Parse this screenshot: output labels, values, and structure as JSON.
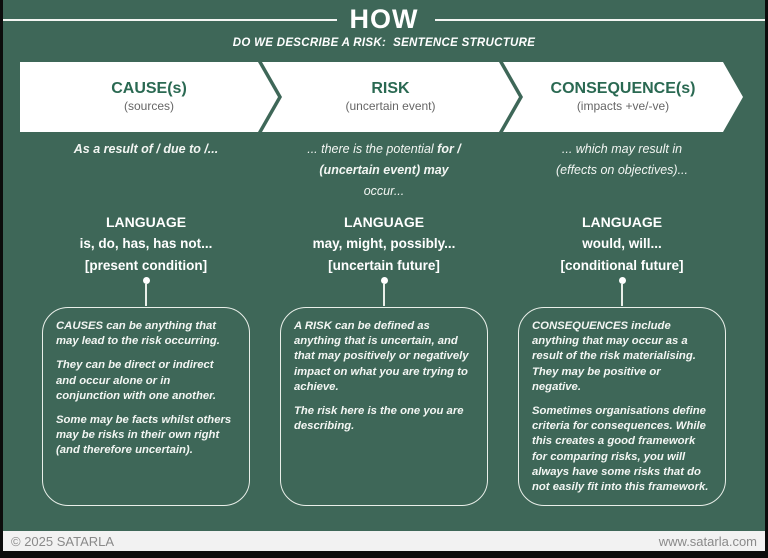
{
  "header": {
    "title": "HOW",
    "subtitle": "DO WE DESCRIBE A RISK:  SENTENCE STRUCTURE"
  },
  "columns": [
    {
      "arrow_title": "CAUSE(s)",
      "arrow_subtitle": "(sources)",
      "sentence": [
        {
          "t": "As a result of / due to /...",
          "b": true
        }
      ],
      "language": {
        "title": "LANGUAGE",
        "words": "is, do, has, has not...",
        "bracket": "[present condition]"
      },
      "box_paragraphs": [
        "CAUSES can be anything that may lead to the risk occurring.",
        "They can be direct or indirect and occur alone or in conjunction with one another.",
        "Some may be facts whilst others may be risks in their own right (and therefore uncertain)."
      ]
    },
    {
      "arrow_title": "RISK",
      "arrow_subtitle": "(uncertain event)",
      "sentence": [
        {
          "t": "... there is the potential ",
          "b": false
        },
        {
          "t": "for /",
          "b": true
        },
        {
          "br": true
        },
        {
          "t": "(uncertain event) may",
          "b": true
        },
        {
          "br": true
        },
        {
          "t": "occur...",
          "b": false
        }
      ],
      "language": {
        "title": "LANGUAGE",
        "words": "may, might, possibly...",
        "bracket": "[uncertain future]"
      },
      "box_paragraphs": [
        "A RISK can be defined as anything that is uncertain, and that may positively or negatively impact on what you are trying to achieve.",
        "The risk here is the one you are describing."
      ]
    },
    {
      "arrow_title": "CONSEQUENCE(s)",
      "arrow_subtitle": "(impacts +ve/-ve)",
      "sentence": [
        {
          "t": "... which may result in",
          "b": false
        },
        {
          "br": true
        },
        {
          "t": "(effects on objectives)...",
          "b": false
        }
      ],
      "language": {
        "title": "LANGUAGE",
        "words": "would, will...",
        "bracket": "[conditional future]"
      },
      "box_paragraphs": [
        "CONSEQUENCES include anything that may occur as a result of the risk materialising. They may be positive or negative.",
        "Sometimes organisations define criteria for consequences. While this creates a good framework for comparing risks, you will always have some risks that do not easily fit into this framework."
      ]
    }
  ],
  "footer": {
    "copyright": "© 2025 SATARLA",
    "website": "www.satarla.com"
  },
  "colors": {
    "bg": "#3e6758",
    "arrow-title": "#2a6952",
    "arrow-sub": "#666666",
    "light": "#f3f6f3",
    "frame": "#0c0c0c",
    "footer-bg": "#f2f2f2",
    "footer-text": "#8a8a8a"
  }
}
